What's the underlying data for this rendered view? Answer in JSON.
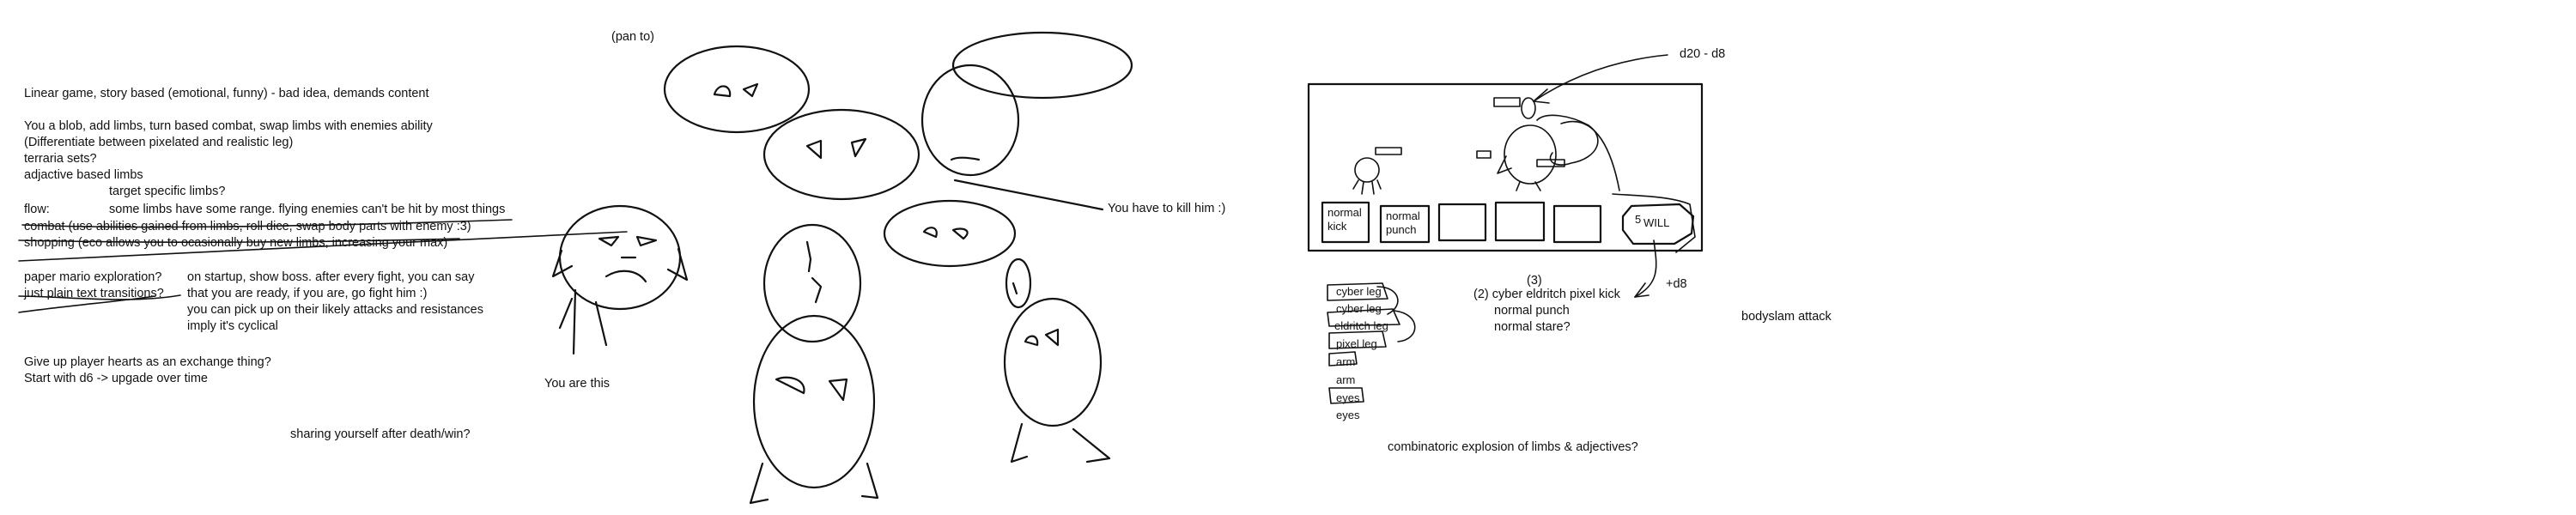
{
  "notes": {
    "l1": "Linear game, story based (emotional, funny) - bad idea, demands content",
    "l2": "You a blob, add limbs, turn based combat, swap limbs with enemies ability",
    "l3": "(Differentiate between pixelated and realistic leg)",
    "l4": "terraria sets?",
    "l5": "adjactive based limbs",
    "l6": "target specific limbs?",
    "l7_label": "flow:",
    "l7": "some limbs have some range. flying enemies can't be hit by most things",
    "l8": "combat (use abilities gained from limbs, roll dice, swap body parts with enemy :3)",
    "l9": "shopping (eco allows you to ocasionally buy new limbs, increasing your max)",
    "l10": "paper mario exploration?",
    "l11": "just plain text transitions?",
    "f1": "on startup, show boss. after every fight, you can say",
    "f2": "that you are ready, if you are, go fight him :)",
    "f3": "you can pick up on their likely attacks and resistances",
    "f4": "imply it's cyclical",
    "l12": "Give up player hearts as an exchange thing?",
    "l13": "Start with d6 -> upgade over time",
    "l14": "sharing yourself after death/win?"
  },
  "sketch": {
    "pan_to": "(pan to)",
    "you_are_this": "You are this",
    "kill_him": "You have to kill him :)"
  },
  "mockup": {
    "dice_note": "d20 - d8",
    "slots": [
      {
        "label": "normal\nkick"
      },
      {
        "label": "normal\npunch"
      },
      {
        "label": ""
      },
      {
        "label": ""
      },
      {
        "label": ""
      }
    ],
    "will_value": "5",
    "will_label": "WILL",
    "plus_d8": "+d8",
    "combo_number": "(3)",
    "combo_1": "(2) cyber eldritch pixel kick",
    "combo_2": "normal punch",
    "combo_3": "normal stare?",
    "bodyslam": "bodyslam  attack",
    "limbs": [
      "cyber leg",
      "cyber leg",
      "eldritch leg",
      "pixel  leg",
      "arm",
      "arm",
      "eyes",
      "eyes"
    ],
    "explosion": "combinatoric explosion of limbs & adjectives?"
  }
}
